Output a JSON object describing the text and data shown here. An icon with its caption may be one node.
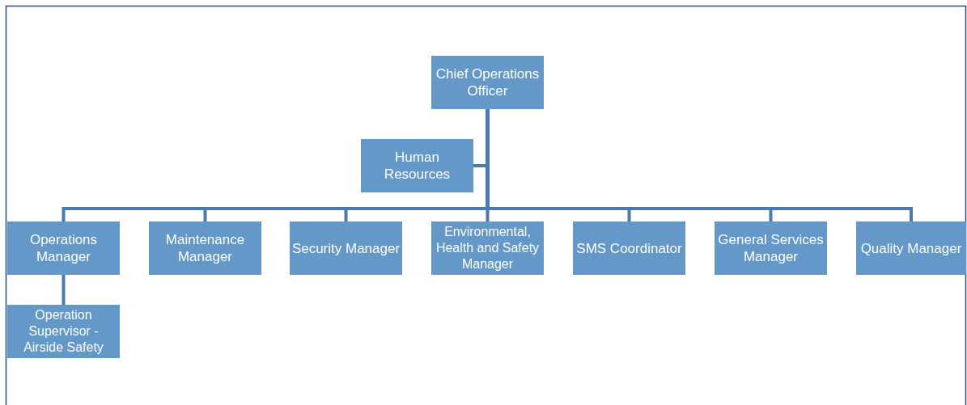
{
  "diagram": {
    "nodes": [
      {
        "text": [
          "Chief Operations Officer"
        ]
      },
      {
        "text": [
          "Human Resources"
        ]
      },
      {
        "text": [
          "Operations Manager"
        ]
      },
      {
        "text": [
          "Maintenance Manager"
        ]
      },
      {
        "text": [
          "Security Manager"
        ]
      },
      {
        "text": [
          "Environmental, Health and Safety Manager"
        ]
      },
      {
        "text": [
          "SMS Coordinator"
        ]
      },
      {
        "text": [
          "General Services Manager"
        ]
      },
      {
        "text": [
          "Quality Manager"
        ]
      },
      {
        "text": [
          "Operation Supervisor - Airside Safety"
        ]
      }
    ],
    "edges": [
      {
        "from": 0,
        "to": 1,
        "arrow": "none"
      },
      {
        "from": 0,
        "to": 2,
        "arrow": "none"
      },
      {
        "from": 0,
        "to": 3,
        "arrow": "none"
      },
      {
        "from": 0,
        "to": 4,
        "arrow": "none"
      },
      {
        "from": 0,
        "to": 5,
        "arrow": "none"
      },
      {
        "from": 0,
        "to": 6,
        "arrow": "none"
      },
      {
        "from": 0,
        "to": 7,
        "arrow": "none"
      },
      {
        "from": 0,
        "to": 8,
        "arrow": "none"
      },
      {
        "from": 2,
        "to": 9,
        "arrow": "none"
      }
    ]
  }
}
